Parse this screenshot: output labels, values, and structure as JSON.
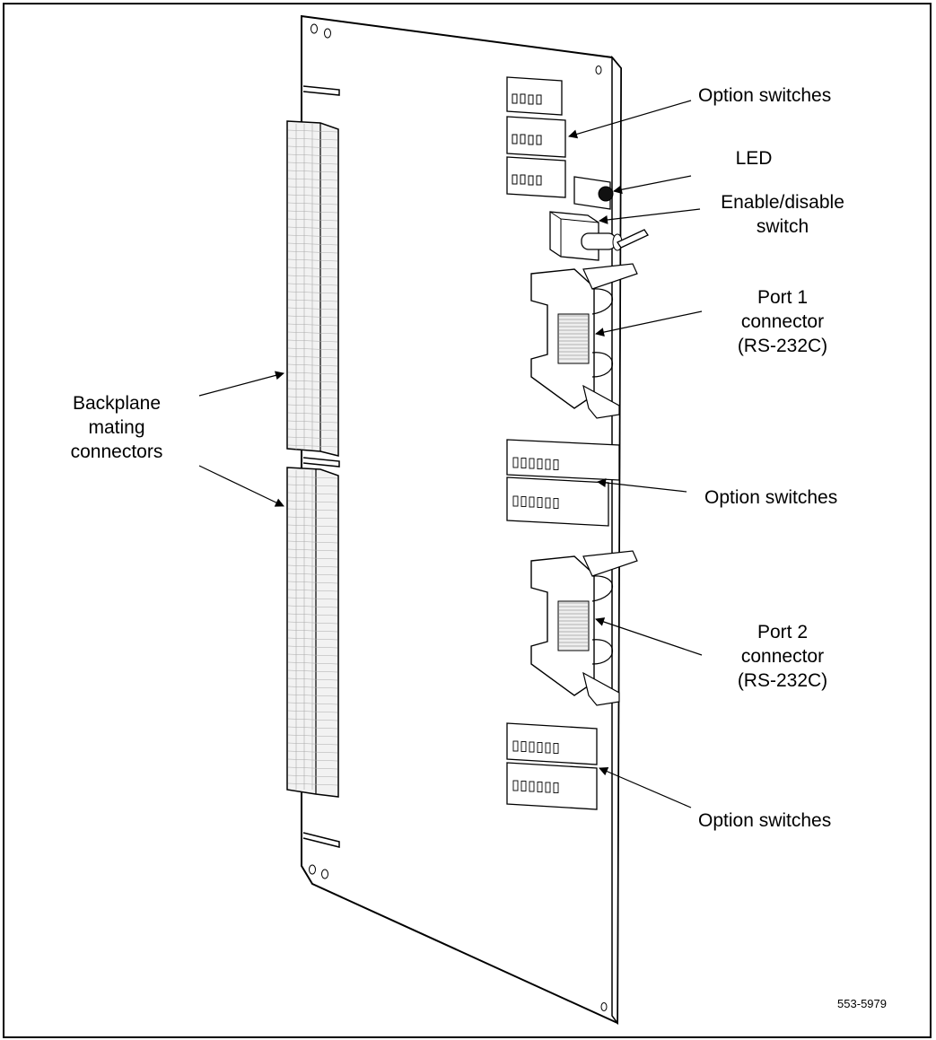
{
  "labels": {
    "option_switches_top": "Option switches",
    "led": "LED",
    "enable_disable_1": "Enable/disable",
    "enable_disable_2": "switch",
    "port1_1": "Port 1",
    "port1_2": "connector",
    "port1_3": "(RS-232C)",
    "backplane_1": "Backplane",
    "backplane_2": "mating",
    "backplane_3": "connectors",
    "option_switches_middle": "Option switches",
    "port2_1": "Port 2",
    "port2_2": "connector",
    "port2_3": "(RS-232C)",
    "option_switches_bottom": "Option switches",
    "figure_number": "553-5979"
  },
  "colors": {
    "line": "#000000",
    "face": "#ffffff",
    "shade": "#e6e6e6",
    "connector_fill": "#f2f2f2"
  }
}
